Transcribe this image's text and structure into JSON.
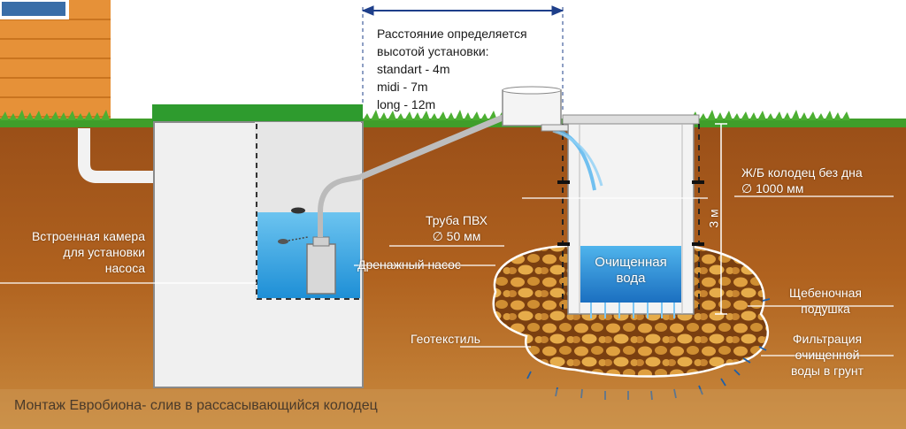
{
  "distance_note": {
    "line1": "Расстояние определяется",
    "line2": "высотой установки:",
    "line3": "standart - 4m",
    "line4": "midi - 7m",
    "line5": "long - 12m"
  },
  "labels": {
    "chamber_1": "Встроенная камера",
    "chamber_2": "для установки",
    "chamber_3": "насоса",
    "pipe_1": "Труба ПВХ",
    "pipe_2": "∅ 50 мм",
    "pump": "Дренажный насос",
    "well_1": "Ж/Б колодец без дна",
    "well_2": "∅ 1000 мм",
    "height": "3 м",
    "clean_water_1": "Очищенная",
    "clean_water_2": "вода",
    "gravel_1": "Щебеночная",
    "gravel_2": "подушка",
    "geotextile": "Геотекстиль",
    "filtration_1": "Фильтрация",
    "filtration_2": "очищенной",
    "filtration_3": "воды в грунт"
  },
  "caption": "Монтаж Евробиона- слив в рассасывающийся колодец",
  "colors": {
    "soil": "#a85a1e",
    "sky": "#ffffff",
    "grass": "#3f9e2a",
    "tank": "#eeeeee",
    "water": "#2f9fe0",
    "house_wall": "#e8963a",
    "gravel": "#d08a30"
  }
}
